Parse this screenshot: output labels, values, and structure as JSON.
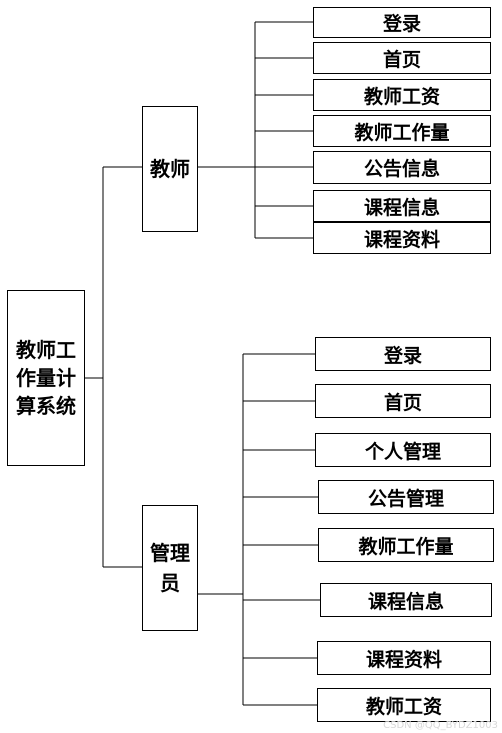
{
  "root": {
    "label": "教师工作量计算系统"
  },
  "teacher": {
    "label": "教师",
    "items": [
      "登录",
      "首页",
      "教师工资",
      "教师工作量",
      "公告信息",
      "课程信息",
      "课程资料"
    ]
  },
  "admin": {
    "label": "管理员",
    "items": [
      "登录",
      "首页",
      "个人管理",
      "公告管理",
      "教师工作量",
      "课程信息",
      "课程资料",
      "教师工资"
    ]
  },
  "watermark": "CSDN @QQ_BYDZ1003"
}
